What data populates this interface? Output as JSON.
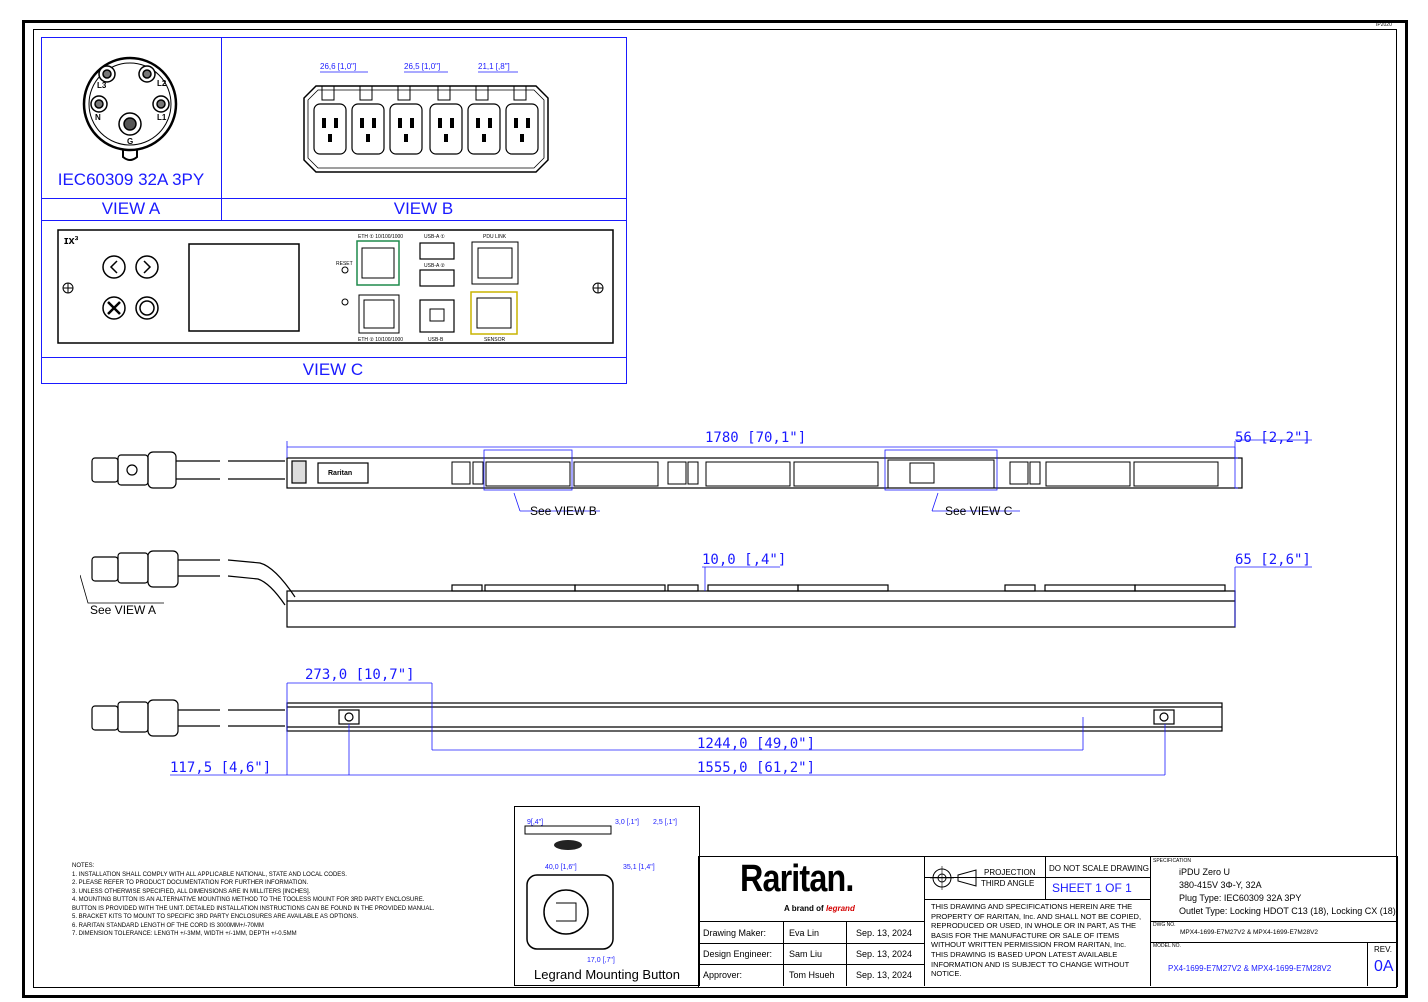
{
  "corner_code": "IP2020",
  "view_a": {
    "title": "VIEW A",
    "plug_label": "IEC60309 32A 3PY",
    "pins": [
      "L3",
      "L2",
      "N",
      "L1",
      "G"
    ]
  },
  "view_b": {
    "title": "VIEW B",
    "dims": [
      "26,6 [1,0\"]",
      "26,5 [1,0\"]",
      "21,1 [,8\"]"
    ]
  },
  "view_c": {
    "title": "VIEW C",
    "brand_logo": "ɪx³",
    "reset_label": "RESET",
    "port_labels": {
      "eth1": "ETH ① 10/100/1000",
      "eth2": "ETH ② 10/100/1000",
      "usb_a1": "USB-A ①",
      "usb_a2": "USB-A ②",
      "usb_b": "USB-B",
      "pdu_link": "PDU LINK",
      "sensor": "SENSOR"
    }
  },
  "front_view": {
    "length_dim": "1780 [70,1\"]",
    "width_dim": "56 [2,2\"]",
    "see_view_b": "See VIEW B",
    "see_view_c": "See VIEW C",
    "brand_badge": "Raritan"
  },
  "side_view": {
    "depth_dim": "65 [2,6\"]",
    "offset_dim": "10,0 [,4\"]",
    "see_view_a": "See VIEW A"
  },
  "rear_view": {
    "dim_273": "273,0 [10,7\"]",
    "dim_1244": "1244,0 [49,0\"]",
    "dim_117": "117,5 [4,6\"]",
    "dim_1555": "1555,0 [61,2\"]"
  },
  "mount_detail": {
    "title": "Legrand Mounting Button",
    "dims": [
      "9[,4\"]",
      "3,0 [,1\"]",
      "2,5 [,1\"]",
      "40,0 [1,6\"]",
      "35,1 [1,4\"]",
      "17,0 [,7\"]"
    ]
  },
  "notes": {
    "heading": "NOTES:",
    "lines": [
      "1. INSTALLATION SHALL COMPLY WITH ALL APPLICABLE NATIONAL, STATE AND LOCAL CODES.",
      "2. PLEASE REFER TO PRODUCT DOCUMENTATION FOR FURTHER INFORMATION.",
      "3. UNLESS OTHERWISE SPECIFIED, ALL DIMENSIONS ARE IN MILLITERS [INCHES].",
      "4. MOUNTING BUTTON IS AN ALTERNATIVE MOUNTING METHOD TO THE TOOLESS MOUNT FOR 3RD PARTY ENCLOSURE.",
      "   BUTTON IS PROVIDED WITH THE UNIT. DETAILED INSTALLATION INSTRUCTIONS CAN BE FOUND IN THE PROVIDED MANUAL.",
      "5. BRACKET KITS TO MOUNT TO SPECIFIC 3RD PARTY ENCLOSURES ARE AVAILABLE AS OPTIONS.",
      "6. RARITAN STANDARD LENGTH OF THE CORD IS 3000MM+/-70MM",
      "7. DIMENSION TOLERANCE: LENGTH +/-3MM, WIDTH +/-1MM, DEPTH +/-0.5MM"
    ]
  },
  "title_block": {
    "logo": "Raritan.",
    "tagline_prefix": "A brand of",
    "tagline_brand": "legrand",
    "rows": [
      {
        "role": "Drawing Maker:",
        "name": "Eva Lin",
        "date": "Sep. 13, 2024"
      },
      {
        "role": "Design Engineer:",
        "name": "Sam Liu",
        "date": "Sep. 13, 2024"
      },
      {
        "role": "Approver:",
        "name": "Tom Hsueh",
        "date": "Sep. 13, 2024"
      }
    ],
    "projection_label": "PROJECTION",
    "projection_value": "THIRD ANGLE",
    "do_not_scale": "DO NOT SCALE DRAWING",
    "sheet": "SHEET 1 OF 1",
    "disclaimer": "THIS DRAWING AND SPECIFICATIONS HEREIN ARE THE PROPERTY OF RARITAN, Inc. AND SHALL NOT BE COPIED, REPRODUCED OR USED, IN WHOLE OR IN PART, AS THE BASIS FOR THE MANUFACTURE OR SALE OF ITEMS WITHOUT WRITTEN PERMISSION FROM RARITAN, Inc. THIS DRAWING IS BASED UPON LATEST AVAILABLE INFORMATION AND IS SUBJECT TO CHANGE WITHOUT NOTICE.",
    "spec_label": "SPECIFICATION",
    "spec_lines": [
      "iPDU Zero U",
      "380-415V 3Φ-Y, 32A",
      "Plug Type: IEC60309 32A 3PY",
      "Outlet Type: Locking HDOT C13 (18), Locking CX (18)"
    ],
    "dwg_label": "DWG NO.",
    "dwg_no": "MPX4-1699-E7M27V2 & MPX4-1699-E7M28V2",
    "model_label": "MODEL NO.",
    "model_no": "PX4-1699-E7M27V2 & MPX4-1699-E7M28V2",
    "rev_label": "REV.",
    "rev": "0A"
  },
  "colors": {
    "dimension": "#1a1aff",
    "green_port": "#1f8a4c",
    "yellow_port": "#c8b400",
    "red": "#d40000"
  }
}
